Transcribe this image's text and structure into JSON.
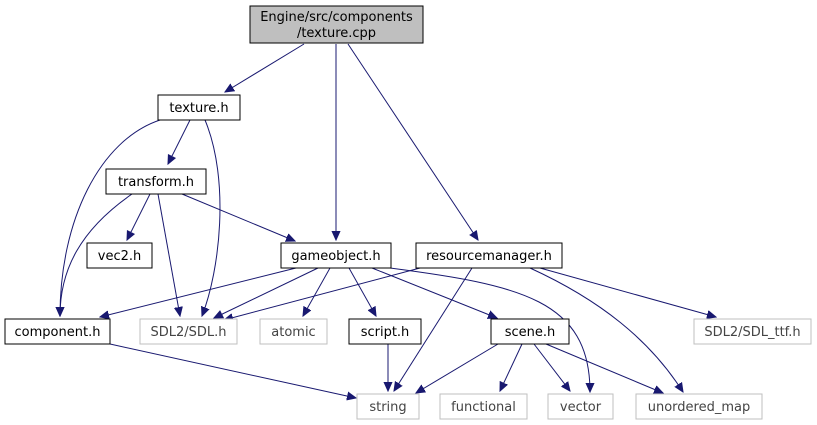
{
  "root": {
    "line1": "Engine/src/components",
    "line2": "/texture.cpp"
  },
  "nodes": {
    "texture_h": "texture.h",
    "transform_h": "transform.h",
    "vec2_h": "vec2.h",
    "gameobject_h": "gameobject.h",
    "resourcemanager_h": "resourcemanager.h",
    "component_h": "component.h",
    "sdl_h": "SDL2/SDL.h",
    "atomic": "atomic",
    "script_h": "script.h",
    "scene_h": "scene.h",
    "sdl_ttf_h": "SDL2/SDL_ttf.h",
    "string": "string",
    "functional": "functional",
    "vector": "vector",
    "unordered_map": "unordered_map"
  },
  "colors": {
    "edge": "#191970",
    "root_fill": "#bfbfbf",
    "node_border": "#000000",
    "external_border": "#bfbfbf",
    "external_text": "#444444"
  }
}
